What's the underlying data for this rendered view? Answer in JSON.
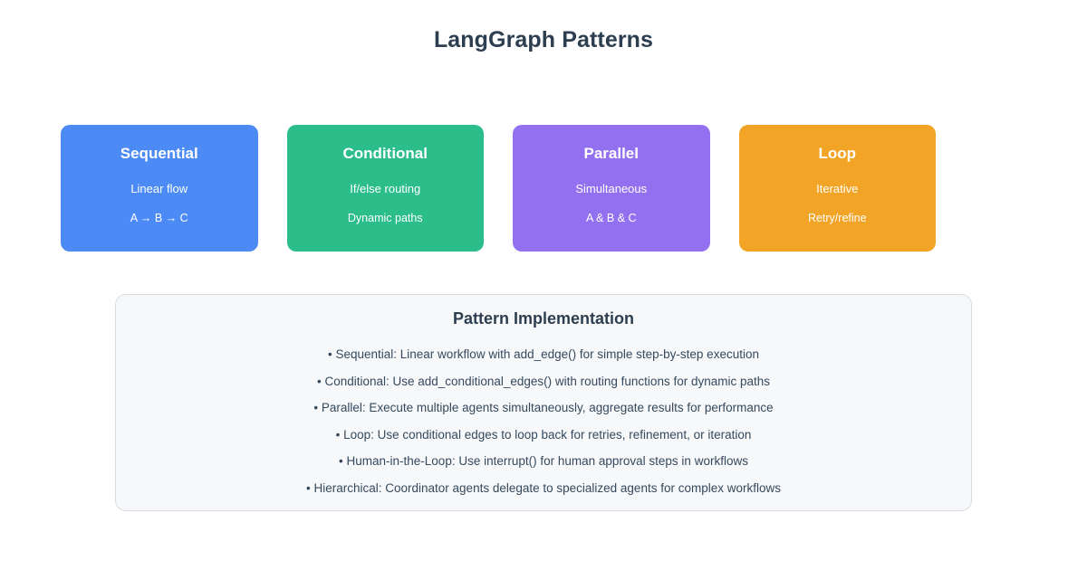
{
  "header": {
    "title": "LangGraph Patterns"
  },
  "cards": [
    {
      "title": "Sequential",
      "subtitle": "Linear flow",
      "detail": "A → B → C",
      "color": "#4c8bf5"
    },
    {
      "title": "Conditional",
      "subtitle": "If/else routing",
      "detail": "Dynamic paths",
      "color": "#2bbd8a"
    },
    {
      "title": "Parallel",
      "subtitle": "Simultaneous",
      "detail": "A & B & C",
      "color": "#9370f0"
    },
    {
      "title": "Loop",
      "subtitle": "Iterative",
      "detail": "Retry/refine",
      "color": "#f2a427"
    }
  ],
  "implementation": {
    "title": "Pattern Implementation",
    "items": [
      "• Sequential: Linear workflow with add_edge() for simple step-by-step execution",
      "• Conditional: Use add_conditional_edges() with routing functions for dynamic paths",
      "• Parallel: Execute multiple agents simultaneously, aggregate results for performance",
      "• Loop: Use conditional edges to loop back for retries, refinement, or iteration",
      "• Human-in-the-Loop: Use interrupt() for human approval steps in workflows",
      "• Hierarchical: Coordinator agents delegate to specialized agents for complex workflows"
    ]
  },
  "theme": {
    "background": "#ffffff",
    "title_color": "#2c3e50",
    "body_text_color": "#34495e",
    "panel_background": "#f7f8fa",
    "panel_border": "#d9dce2"
  }
}
